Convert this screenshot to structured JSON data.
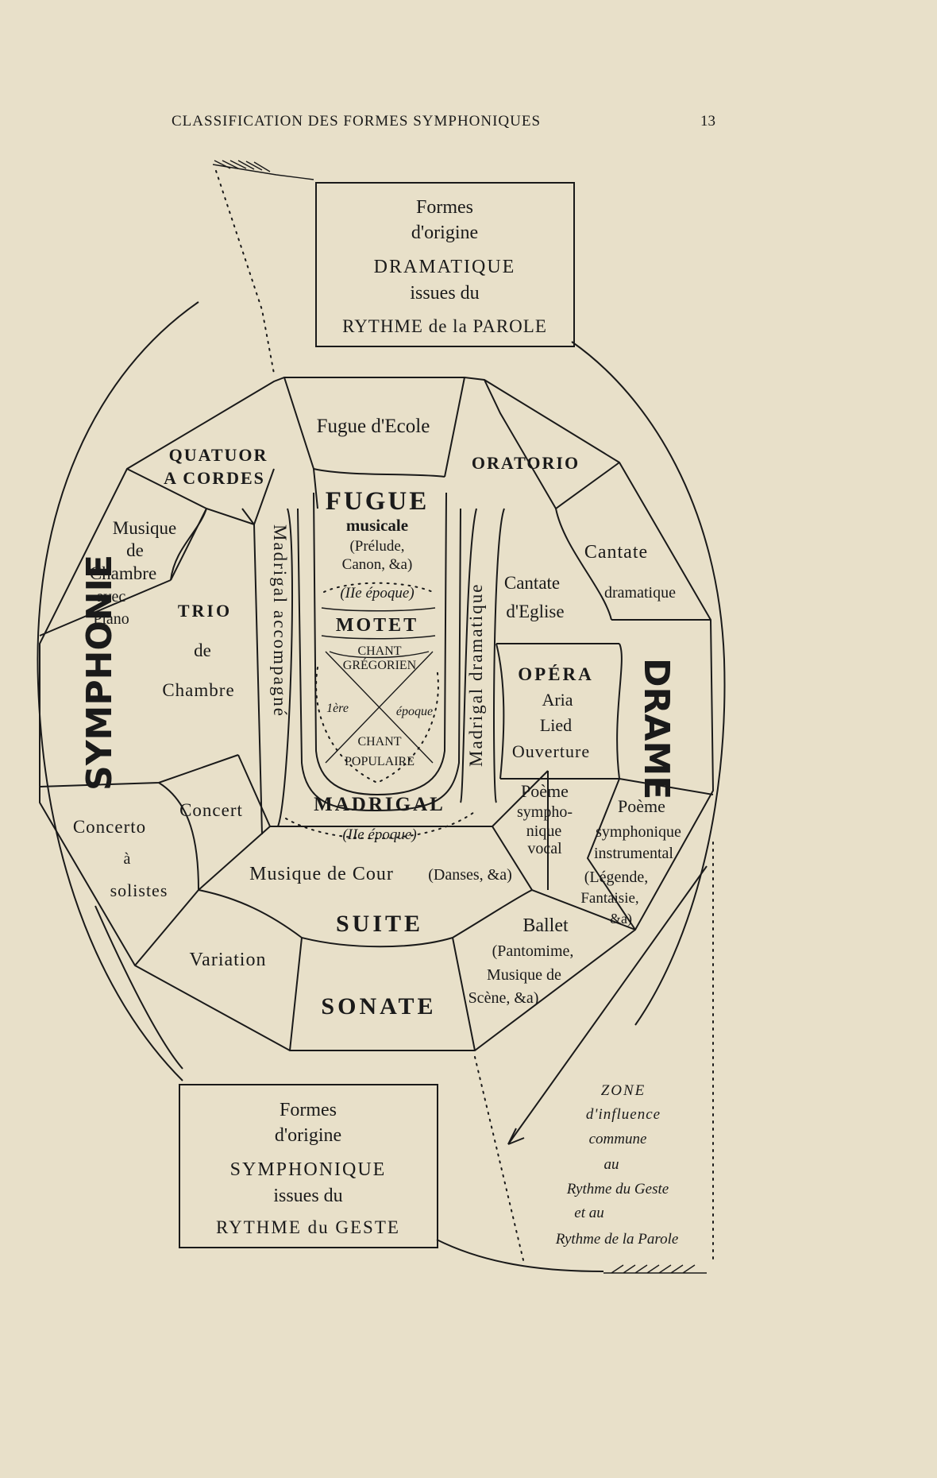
{
  "header": {
    "title": "CLASSIFICATION DES FORMES SYMPHONIQUES",
    "page_number": "13"
  },
  "box_top": {
    "line1": "Formes",
    "line2": "d'origine",
    "line3": "DRAMATIQUE",
    "line4": "issues du",
    "line5": "RYTHME de la PAROLE"
  },
  "box_bottom": {
    "line1": "Formes",
    "line2": "d'origine",
    "line3": "SYMPHONIQUE",
    "line4": "issues du",
    "line5": "RYTHME du GESTE"
  },
  "zone": {
    "line1": "ZONE",
    "line2": "d'influence",
    "line3": "commune",
    "line4": "au",
    "line5": "Rythme du Geste",
    "line6": "et au",
    "line7": "Rythme de la Parole"
  },
  "center": {
    "fugue_ecole": "Fugue d'Ecole",
    "fugue": "FUGUE",
    "musicale": "musicale",
    "prelude": "(Prélude,",
    "canon": "Canon, &a)",
    "epoque2": "(IIe époque)",
    "motet": "MOTET",
    "chant": "CHANT",
    "gregorien": "GRÉGORIEN",
    "ere": "1ère",
    "epoque": "époque",
    "chant2": "CHANT",
    "populaire": "POPULAIRE",
    "madrigal": "MADRIGAL",
    "epoque3": "(IIe époque)",
    "madrigal_accompagne": "Madrigal accompagné",
    "madrigal_dramatique": "Madrigal dramatique"
  },
  "left": {
    "quatuor1": "QUATUOR",
    "quatuor2": "A CORDES",
    "musique1": "Musique",
    "musique2": "de",
    "musique3": "Chambre",
    "musique4": "avec",
    "musique5": "Piano",
    "trio1": "TRIO",
    "trio2": "de",
    "trio3": "Chambre",
    "symphonie": "SYMPHONIE",
    "concert": "Concert",
    "concerto1": "Concerto",
    "concerto2": "à",
    "concerto3": "solistes"
  },
  "right": {
    "oratorio": "ORATORIO",
    "cantate1": "Cantate",
    "cantate2": "dramatique",
    "cantate_eglise1": "Cantate",
    "cantate_eglise2": "d'Eglise",
    "opera": "OPÉRA",
    "aria": "Aria",
    "lied": "Lied",
    "ouverture": "Ouverture",
    "drame": "DRAME",
    "poeme_vocal1": "Poème",
    "poeme_vocal2": "sympho-",
    "poeme_vocal3": "nique",
    "poeme_vocal4": "vocal",
    "poeme_instr1": "Poème",
    "poeme_instr2": "symphonique",
    "poeme_instr3": "instrumental",
    "poeme_instr4": "(Légende,",
    "poeme_instr5": "Fantaisie,",
    "poeme_instr6": "&a)"
  },
  "bottom": {
    "musique_cour": "Musique de Cour",
    "danses": "(Danses, &a)",
    "suite": "SUITE",
    "variation": "Variation",
    "sonate": "SONATE",
    "ballet1": "Ballet",
    "ballet2": "(Pantomime,",
    "ballet3": "Musique de",
    "ballet4": "Scène, &a)"
  }
}
